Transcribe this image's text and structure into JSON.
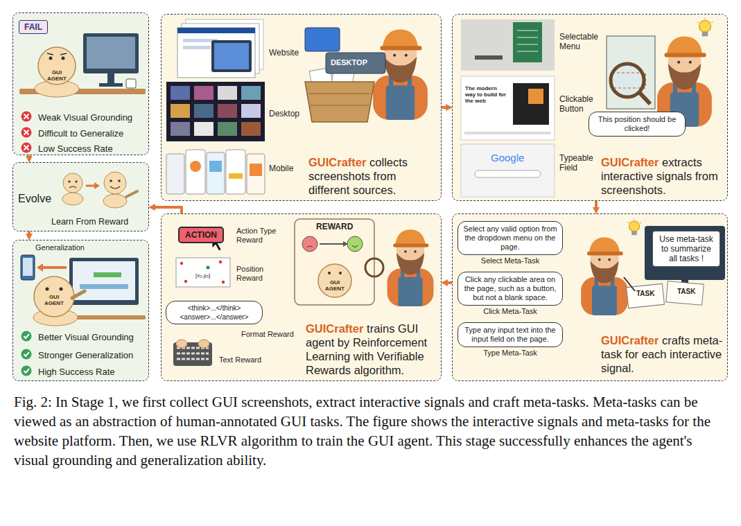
{
  "diagram": {
    "caption": "Fig. 2: In Stage 1, we first collect GUI screenshots, extract interactive signals and craft meta-tasks. Meta-tasks can be viewed as an abstraction of human-annotated GUI tasks. The figure shows the interactive signals and meta-tasks for the website platform. Then, we use RLVR algorithm to train the GUI agent. This stage successfully enhances the agent's visual grounding and generalization ability.",
    "nodes": [
      {
        "text": [
          "Weak Visual Grounding",
          "Difficult to Generalize",
          "Low Success Rate"
        ]
      },
      {
        "text": [
          "FAIL"
        ],
        "in": 0
      },
      {
        "text": [
          "Evolve",
          "Learn From Reward"
        ]
      },
      {
        "text": [
          "Generalization",
          "Better Visual Grounding",
          "Stronger Generalization",
          "High Success Rate"
        ]
      },
      {
        "text": [
          "GUICrafter",
          "collects screenshots from different sources."
        ]
      },
      {
        "text": [
          "GUICrafter",
          "extracts interactive signals from screenshots."
        ]
      },
      {
        "text": [
          "This position should be clicked!"
        ],
        "in": 5
      },
      {
        "text": [
          "GUICrafter",
          "trains GUI agent by Reinforcement Learning with Verifiable Rewards algorithm."
        ]
      },
      {
        "text": [
          "ACTION"
        ],
        "in": 7
      },
      {
        "text": [
          "<think>...</think> <answer>...</answer>"
        ],
        "in": 7
      },
      {
        "text": [
          "GUICrafter",
          "crafts meta-task for each interactive signal."
        ]
      },
      {
        "text": [
          "Select any valid option from the dropdown menu on the page.",
          "Select Meta-Task"
        ],
        "in": 10
      },
      {
        "text": [
          "Click any clickable area on the page, such as a button, but not a blank space.",
          "Click Meta-Task"
        ],
        "in": 10
      },
      {
        "text": [
          "Type any input text into the input field on the page.",
          "Type Meta-Task"
        ],
        "in": 10
      },
      {
        "text": [
          "Use meta-task to summarize all tasks !"
        ],
        "in": 10
      }
    ],
    "edges": [
      {
        "from": 0,
        "to": 2,
        "arrow": "to"
      },
      {
        "from": 2,
        "to": 3,
        "arrow": "to"
      },
      {
        "from": 4,
        "to": 5,
        "arrow": "to"
      },
      {
        "from": 5,
        "to": 10,
        "arrow": "to"
      },
      {
        "from": 10,
        "to": 7,
        "arrow": "to"
      },
      {
        "from": 7,
        "to": 2,
        "arrow": "to"
      }
    ],
    "labels": [
      "Website",
      "Desktop",
      "Mobile",
      "DESKTOP",
      "Selectable Menu",
      "Clickable Button",
      "Typeable Field",
      "Google",
      "The modern way to build for the web",
      "Action Type Reward",
      "Position Reward",
      "Format Reward",
      "Text Reward",
      "REWARD",
      "GUI AGENT",
      "GUI AGENT",
      "GUI AGENT",
      "TASK",
      "TASK",
      "[x₀,y₀]"
    ]
  }
}
